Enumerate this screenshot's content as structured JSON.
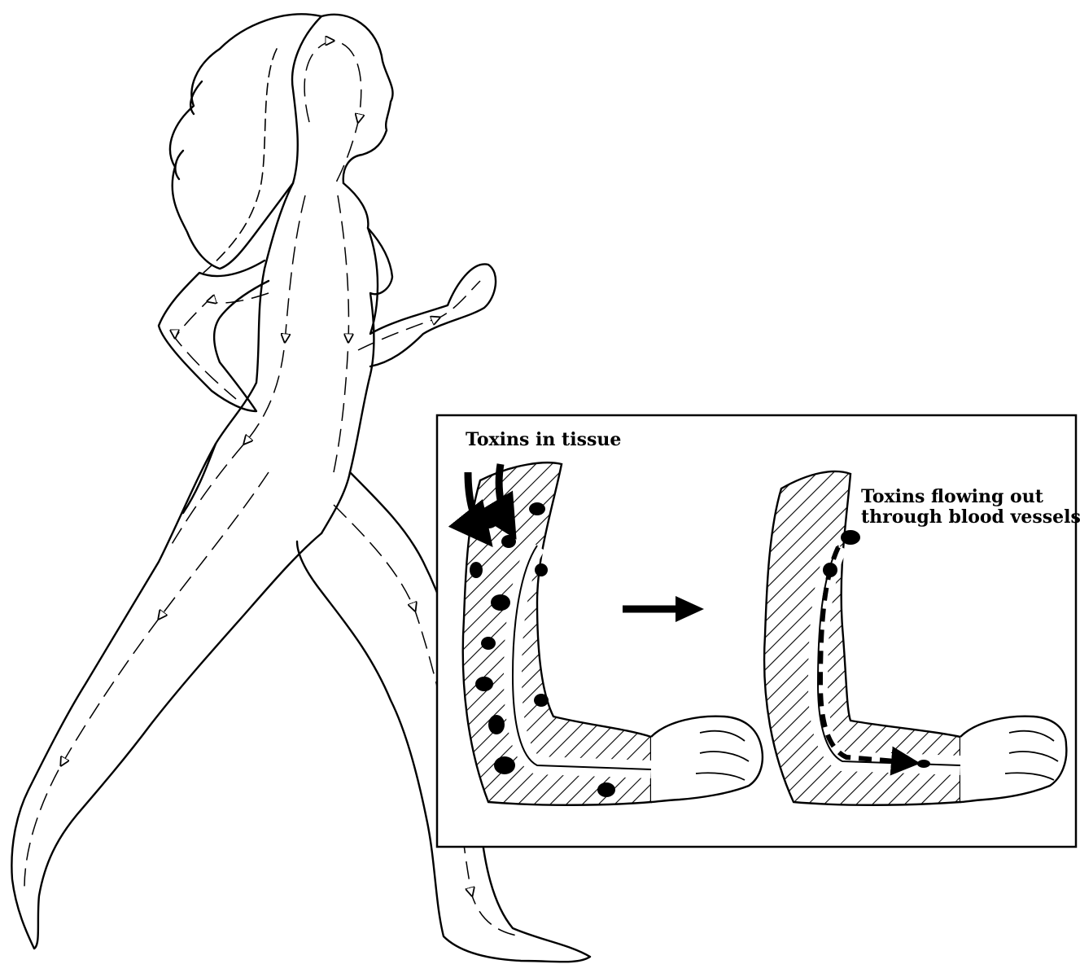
{
  "figure": {
    "inset": {
      "label_left": "Toxins in tissue",
      "label_right_line1": "Toxins flowing out",
      "label_right_line2": "through blood vessels"
    }
  }
}
